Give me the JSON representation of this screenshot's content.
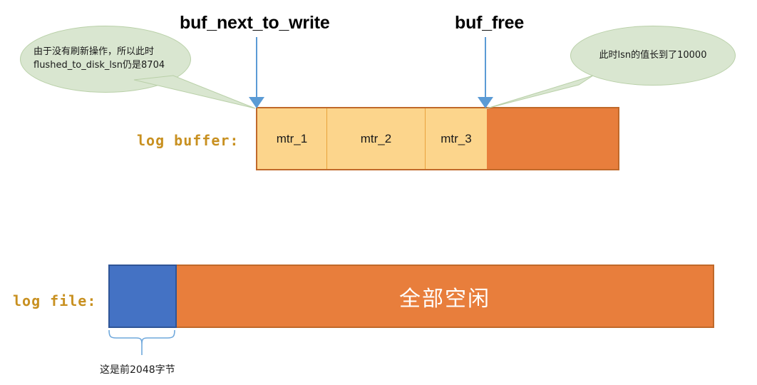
{
  "diagram": {
    "title_labels": {
      "buf_next_to_write": "buf_next_to_write",
      "buf_free": "buf_free"
    },
    "callouts": [
      {
        "id": "flushed-to-disk-lsn-note",
        "text": "由于没有刷新操作，所以此时flushed_to_disk_lsn仍是8704"
      },
      {
        "id": "lsn-value-note",
        "text": "此时lsn的值长到了10000"
      }
    ],
    "log_buffer": {
      "label": "log buffer:",
      "blocks": [
        {
          "name": "mtr_1",
          "state": "used"
        },
        {
          "name": "mtr_2",
          "state": "used"
        },
        {
          "name": "mtr_3",
          "state": "used"
        },
        {
          "name": "",
          "state": "free"
        }
      ]
    },
    "log_file": {
      "label": "log file:",
      "used_block": {
        "name": "",
        "state": "written"
      },
      "free_block": {
        "name": "全部空闲",
        "state": "free"
      },
      "brace_note": "这是前2048字节"
    },
    "colors": {
      "light_orange": "#FCD58C",
      "dark_orange": "#E87E3C",
      "orange_border": "#C0692A",
      "blue": "#4472C4",
      "blue_border": "#2F5597",
      "callout_green": "#D9E6D0",
      "callout_green_border": "#B9D0A8",
      "label_gold": "#C89020",
      "arrow_blue": "#5B9BD5"
    }
  }
}
